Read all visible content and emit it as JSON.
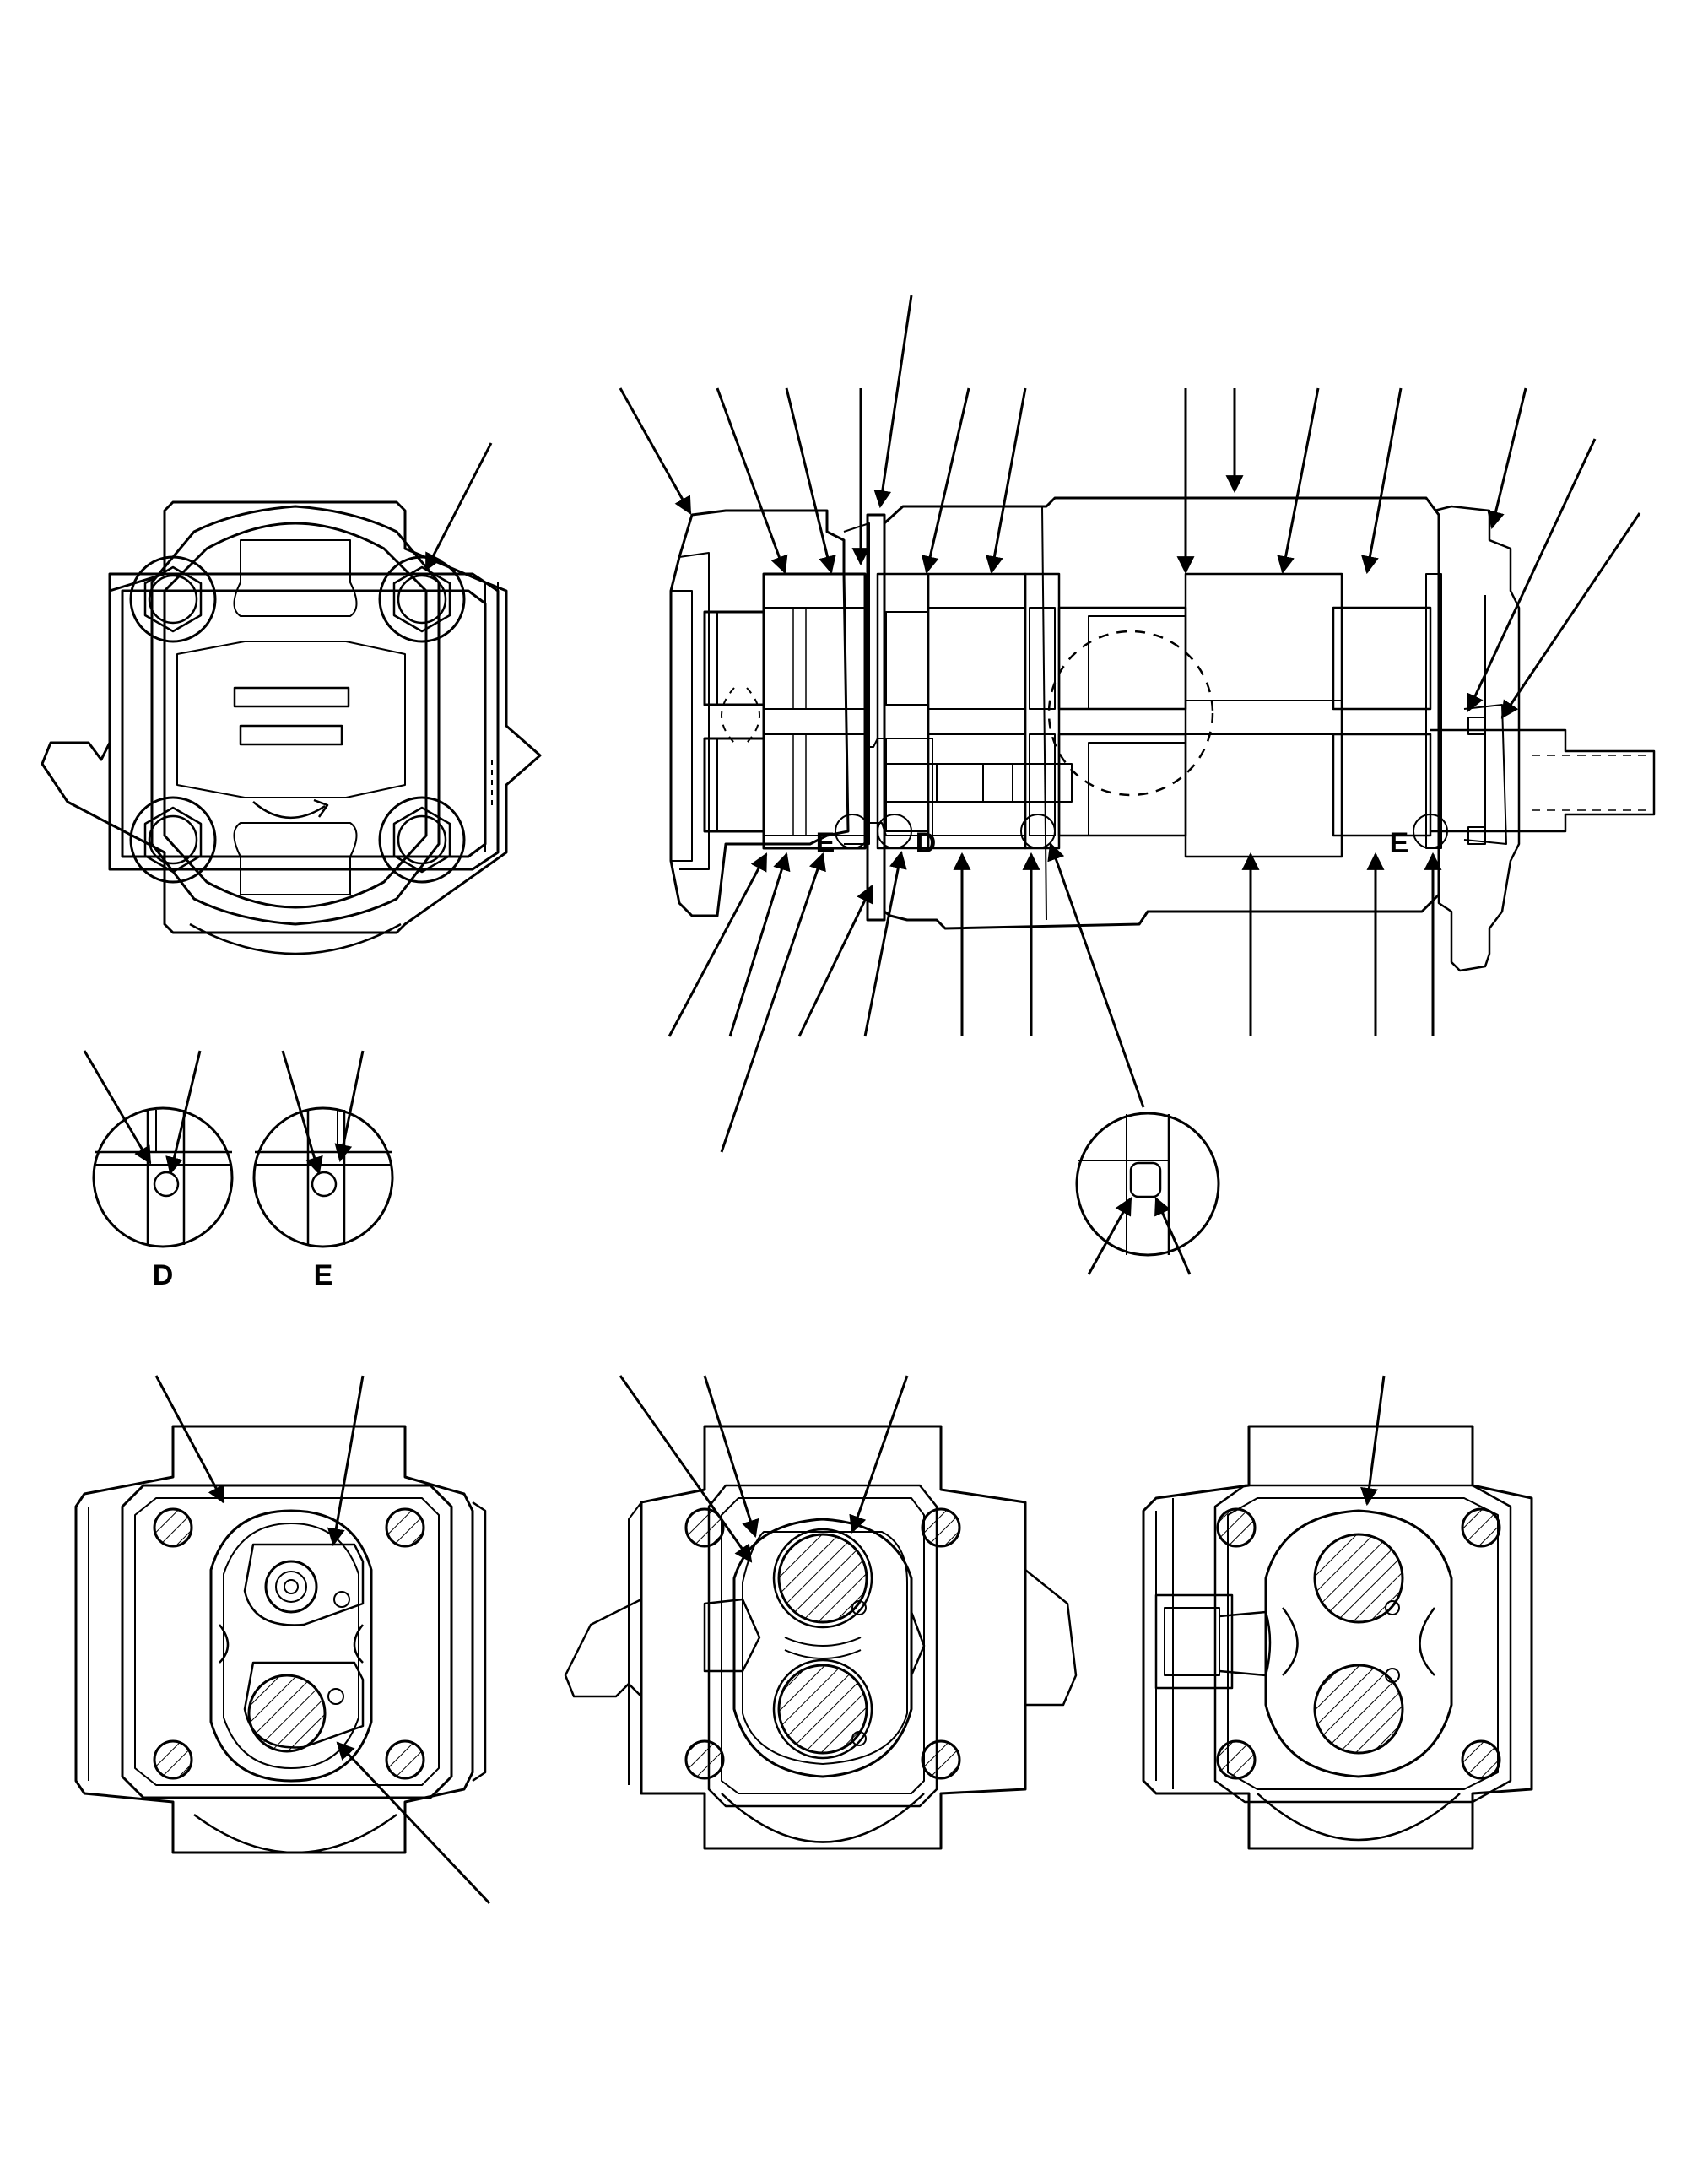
{
  "diagram": {
    "detail_labels": {
      "d_main": "D",
      "e_main_left": "E",
      "e_main_right": "E",
      "d_detail": "D",
      "e_detail": "E"
    },
    "colors": {
      "line": "#000000",
      "background": "#ffffff"
    }
  }
}
